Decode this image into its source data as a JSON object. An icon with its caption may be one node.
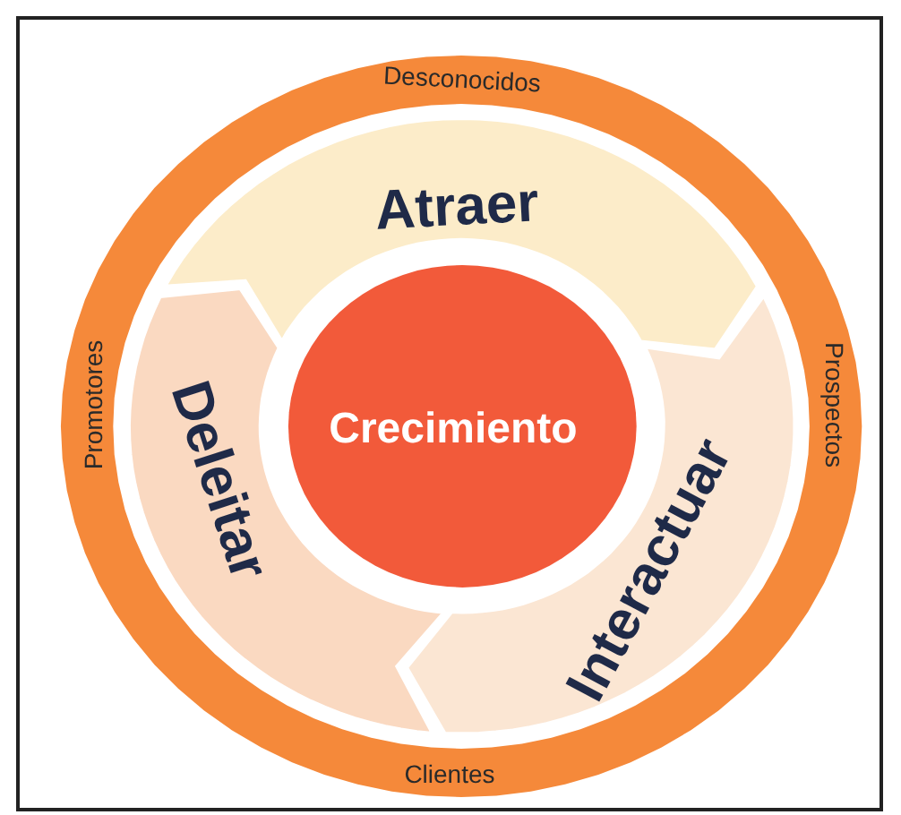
{
  "diagram": {
    "nodes": [
      {
        "text": [
          "Desconocidos",
          "Prospectos",
          "Clientes",
          "Promotores"
        ]
      },
      {
        "text": [
          "Atraer"
        ],
        "in": 0
      },
      {
        "text": [
          "Interactuar"
        ],
        "in": 0
      },
      {
        "text": [
          "Deleitar"
        ],
        "in": 0
      },
      {
        "text": [
          "Crecimiento"
        ],
        "in": 0
      }
    ]
  }
}
